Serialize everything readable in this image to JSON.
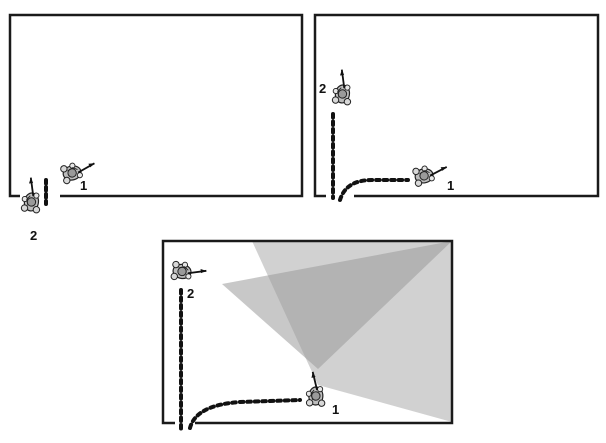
{
  "panels": [
    {
      "id": "top-left",
      "soldiers": [
        {
          "label": "1",
          "facing": "right"
        },
        {
          "label": "2",
          "facing": "up"
        }
      ]
    },
    {
      "id": "top-right",
      "soldiers": [
        {
          "label": "1",
          "facing": "right"
        },
        {
          "label": "2",
          "facing": "up"
        }
      ]
    },
    {
      "id": "bottom",
      "soldiers": [
        {
          "label": "1",
          "facing": "up"
        },
        {
          "label": "2",
          "facing": "right"
        }
      ],
      "fields_of_fire": 2
    }
  ],
  "colors": {
    "wall": "#1a1a1a",
    "path_dots": "#111111",
    "field_of_fire": "#9a9a9a",
    "soldier_fill": "#bdbdbd",
    "soldier_outline": "#222222"
  }
}
